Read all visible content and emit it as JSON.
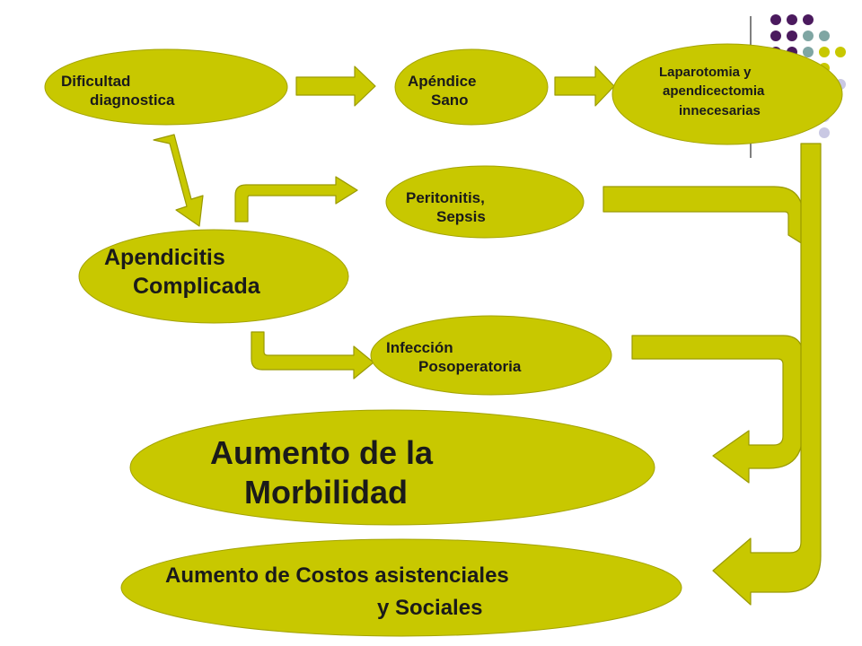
{
  "colors": {
    "node_fill": "#c8c800",
    "node_stroke": "#a3a300",
    "arrow_fill": "#c8c800",
    "arrow_stroke": "#9a9a00",
    "dot_purple": "#4b1a5e",
    "dot_teal": "#7fa6a3",
    "dot_olive": "#c8c800",
    "dot_lavender": "#c9c8e3",
    "divider": "#000000"
  },
  "nodes": {
    "dificultad": {
      "line1": "Dificultad",
      "line2": "diagnostica"
    },
    "apendice": {
      "line1": "Apéndice",
      "line2": "Sano"
    },
    "laparotomia": {
      "line1": "Laparotomia y",
      "line2": "apendicectomia",
      "line3": "innecesarias"
    },
    "peritonitis": {
      "line1": "Peritonitis,",
      "line2": "Sepsis"
    },
    "apendicitis": {
      "line1": "Apendicitis",
      "line2": "Complicada"
    },
    "infeccion": {
      "line1": "Infección",
      "line2": "Posoperatoria"
    },
    "morbilidad": {
      "line1": "Aumento de la",
      "line2": "Morbilidad"
    },
    "costos": {
      "line1": "Aumento de Costos asistenciales",
      "line2": "y Sociales"
    }
  }
}
